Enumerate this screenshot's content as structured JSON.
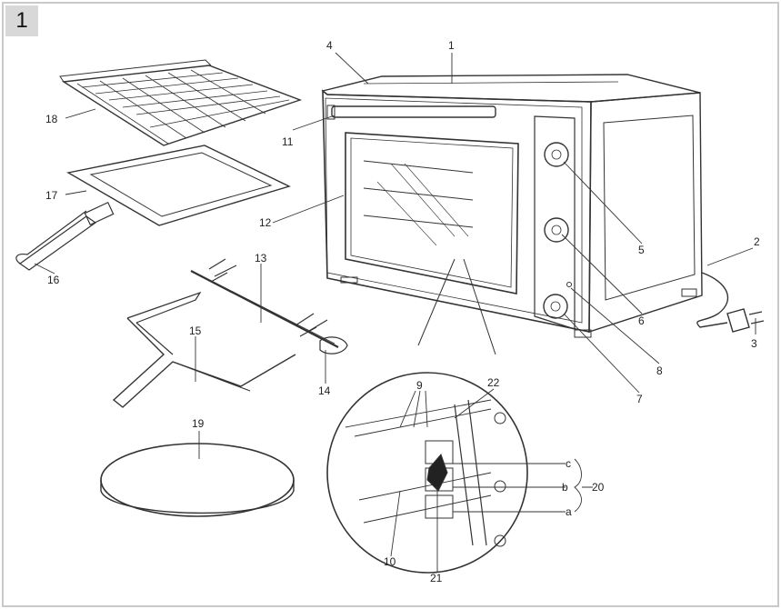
{
  "figure": {
    "number": "1"
  },
  "callouts": {
    "c1": "1",
    "c2": "2",
    "c3": "3",
    "c4": "4",
    "c5": "5",
    "c6": "6",
    "c7": "7",
    "c8": "8",
    "c9": "9",
    "c10": "10",
    "c11": "11",
    "c12": "12",
    "c13": "13",
    "c14": "14",
    "c15": "15",
    "c16": "16",
    "c17": "17",
    "c18": "18",
    "c19": "19",
    "c20": "20",
    "c21": "21",
    "c22": "22",
    "ca": "a",
    "cb": "b",
    "cc": "c"
  },
  "colors": {
    "frame": "#c9c9c9",
    "badge": "#d8d8d8",
    "line": "#333333"
  }
}
